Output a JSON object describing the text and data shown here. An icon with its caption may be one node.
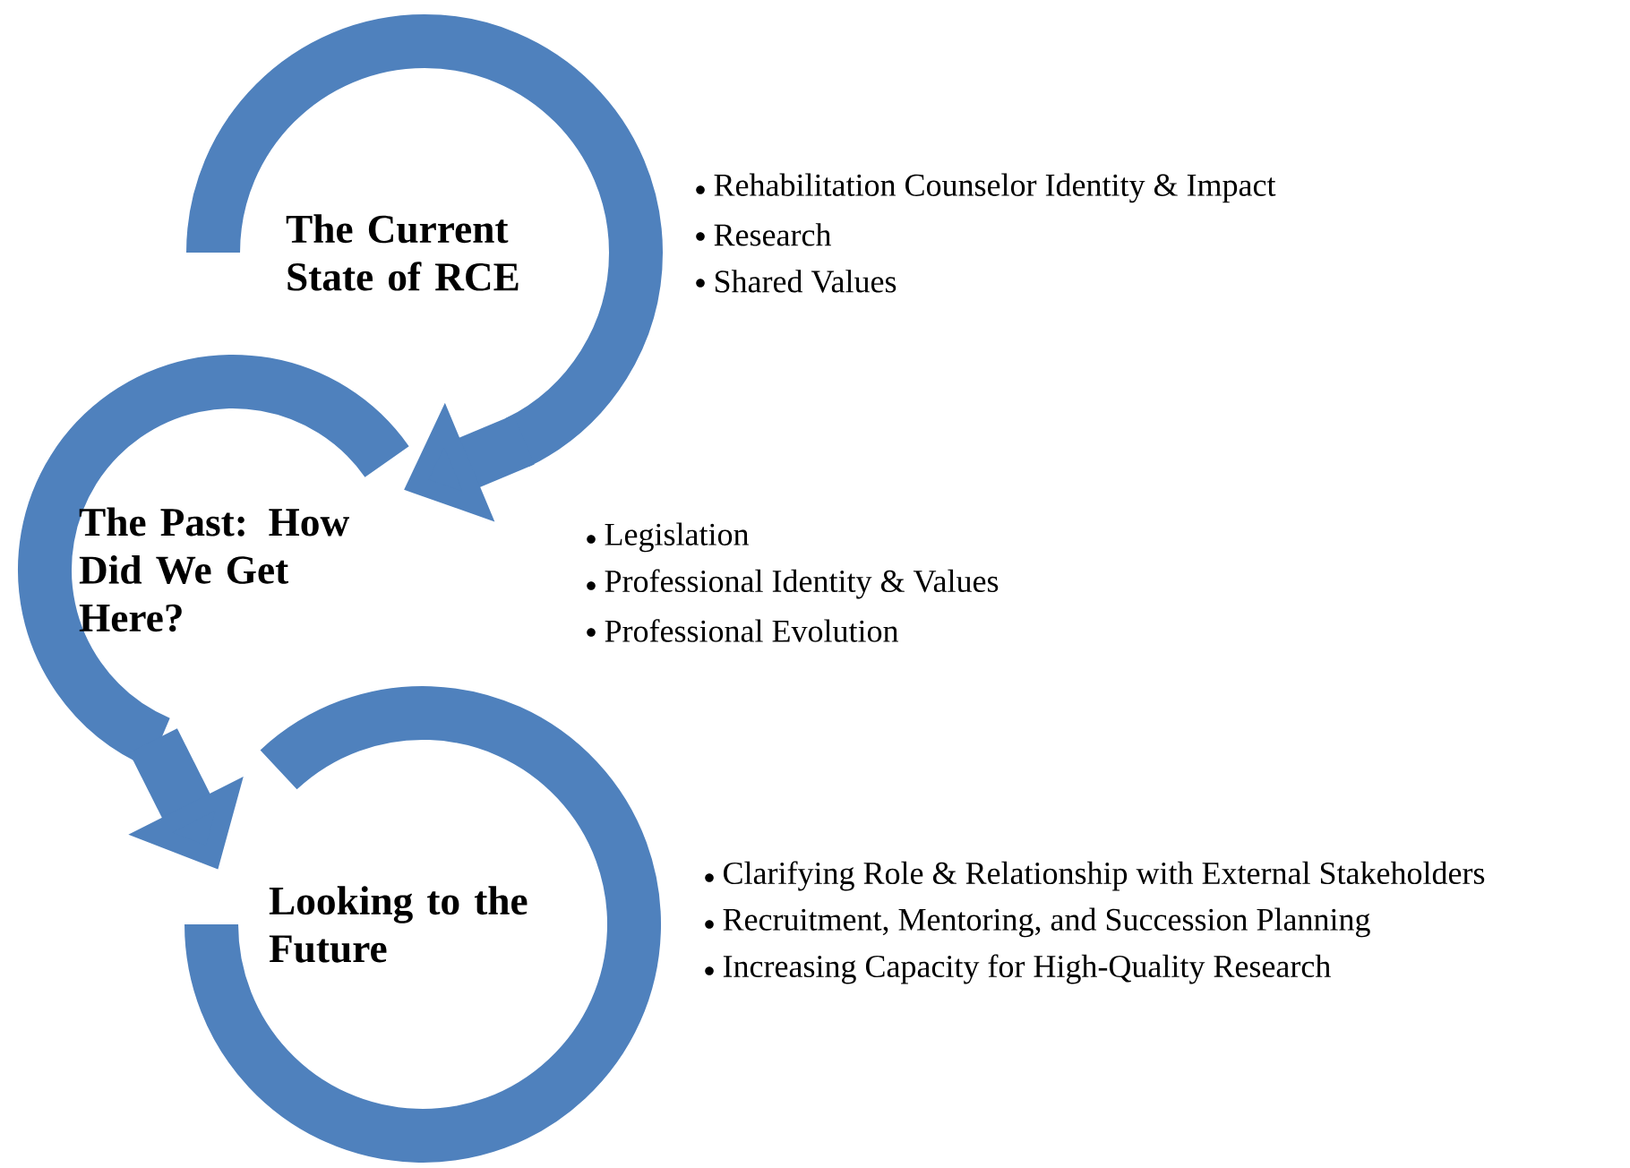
{
  "diagram": {
    "nodes": [
      {
        "text": [
          "The Current State of RCE"
        ],
        "beside": [
          "Rehabilitation Counselor Identity & Impact",
          "Research",
          "Shared Values"
        ]
      },
      {
        "text": [
          "The Past: How Did We Get Here?"
        ],
        "beside": [
          "Legislation",
          "Professional Identity & Values",
          "Professional Evolution"
        ]
      },
      {
        "text": [
          "Looking to the Future"
        ],
        "beside": [
          "Clarifying Role & Relationship with External Stakeholders",
          "Recruitment, Mentoring, and Succession Planning",
          "Increasing Capacity for High-Quality Research"
        ]
      }
    ],
    "edges": [
      {
        "from": 0,
        "to": 1,
        "arrow": "to"
      },
      {
        "from": 1,
        "to": 2,
        "arrow": "to"
      }
    ]
  }
}
